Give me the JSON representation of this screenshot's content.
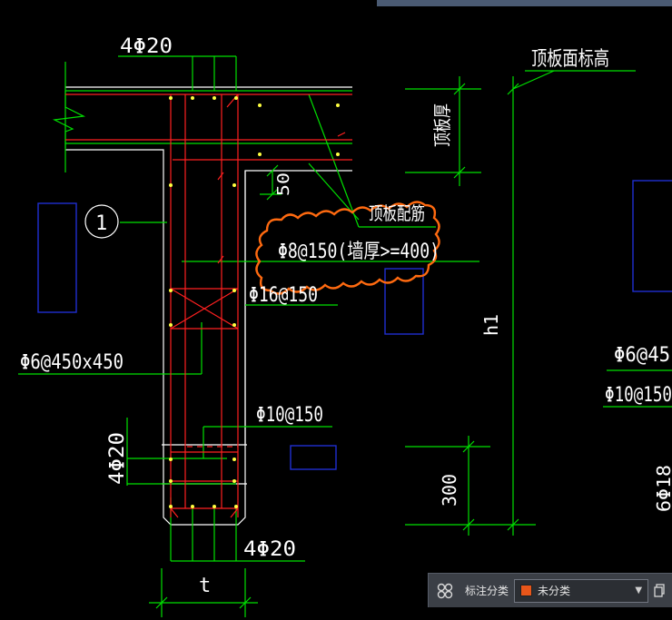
{
  "drawing": {
    "label_4phi20_top": "4Φ20",
    "label_roof_elev": "顶板面标高",
    "label_roof_thickness": "顶板厚",
    "label_50": "50",
    "label_circle_1": "1",
    "label_roof_rebar": "顶板配筋",
    "label_phi8": "Φ8@150(墙厚>=400)",
    "label_phi16": "Φ16@150",
    "label_phi6_450": "Φ6@450x450",
    "label_h1": "h1",
    "label_phi6_45": "Φ6@45",
    "label_phi10_right": "Φ10@150",
    "label_phi10_mid": "Φ10@150",
    "label_4phi20_left": "4Φ20",
    "label_300": "300",
    "label_4phi20_bottom": "4Φ20",
    "label_6phi18": "6Φ18",
    "label_t": "t"
  },
  "annotation_bar": {
    "label": "标注分类",
    "selected": "未分类",
    "swatch_color": "#e8561a"
  },
  "colors": {
    "green": "#00e000",
    "red": "#ff2020",
    "white": "#ffffff",
    "blue": "#1f2fd0",
    "orange": "#ff6a10",
    "yellow": "#ffff40"
  }
}
